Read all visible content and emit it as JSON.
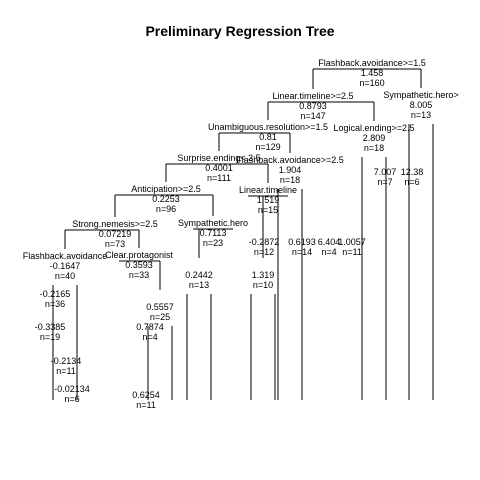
{
  "chart_data": {
    "type": "tree",
    "title": "Preliminary Regression Tree",
    "nodes": [
      {
        "id": "root",
        "split": "Flashback.avoidance>=1.5",
        "value": "1.458",
        "n": "n=160"
      },
      {
        "id": "n1",
        "parent": "root",
        "split": "Linear.timeline>=2.5",
        "value": "0.8793",
        "n": "n=147"
      },
      {
        "id": "n2",
        "parent": "root",
        "split": "Sympathetic.hero>",
        "value": "8.005",
        "n": "n=13"
      },
      {
        "id": "n3",
        "parent": "n1",
        "split": "Unambiguous.resolution>=1.5",
        "value": "0.81",
        "n": "n=129"
      },
      {
        "id": "n4",
        "parent": "n1",
        "split": "Logical.ending>=2.5",
        "value": "2.809",
        "n": "n=18"
      },
      {
        "id": "n5",
        "parent": "n3",
        "split": "Surprise.ending< 3.5",
        "value": "0.4001",
        "n": "n=111"
      },
      {
        "id": "n6",
        "parent": "n3",
        "split": "Flashback.avoidance>=2.5",
        "value": "1.904",
        "n": "n=18"
      },
      {
        "id": "n7",
        "parent": "n5",
        "split": "Anticipation>=2.5",
        "value": "0.2253",
        "n": "n=96"
      },
      {
        "id": "n8",
        "parent": "n5",
        "split": "Linear.timeline",
        "value": "1.519",
        "n": "n=15"
      },
      {
        "id": "n9",
        "parent": "n7",
        "split": "Strong.nemesis>=2.5",
        "value": "0.07219",
        "n": "n=73"
      },
      {
        "id": "n10",
        "parent": "n7",
        "split": "Sympathetic.hero",
        "value": "0.7113",
        "n": "n=23"
      },
      {
        "id": "n11",
        "parent": "n9",
        "split": "Flashback.avoidance",
        "value": "-0.1647",
        "n": "n=40"
      },
      {
        "id": "n12",
        "parent": "n9",
        "split": "Clear.protagonist",
        "value": "0.3593",
        "n": "n=33"
      },
      {
        "id": "n13",
        "parent": "n12",
        "split": "",
        "value": "0.5557",
        "n": "n=25"
      },
      {
        "id": "n14",
        "parent": "n10",
        "split": "",
        "value": "0.2442",
        "n": "n=13"
      },
      {
        "id": "n15",
        "parent": "n8",
        "split": "",
        "value": "1.319",
        "n": "n=10"
      }
    ],
    "leaves": [
      {
        "value": "-0.2872",
        "n": "n=12"
      },
      {
        "value": "0.6193",
        "n": "n=14"
      },
      {
        "value": "6.404",
        "n": "n=4"
      },
      {
        "value": "1.0057",
        "n": "n=11"
      },
      {
        "value": "7.007",
        "n": "n=7"
      },
      {
        "value": "12.38",
        "n": "n=6"
      },
      {
        "value": "-0.2165",
        "n": "n=36"
      },
      {
        "value": "-0.3385",
        "n": "n=19"
      },
      {
        "value": "-0.2134",
        "n": "n=11"
      },
      {
        "value": "-0.02134",
        "n": "n=6"
      },
      {
        "value": "0.7874",
        "n": "n=4"
      },
      {
        "value": "0.6254",
        "n": "n=11"
      }
    ]
  }
}
